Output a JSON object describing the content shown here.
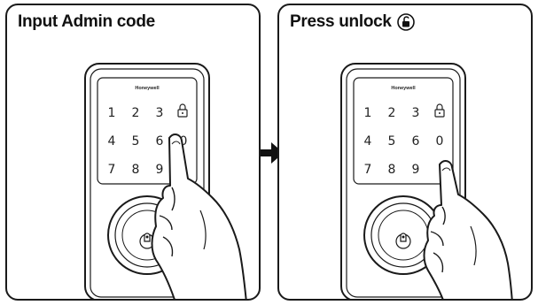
{
  "panels": [
    {
      "title": "Input Admin code",
      "brand": "Honeywell",
      "keys_row1": [
        "1",
        "2",
        "3"
      ],
      "keys_row2": [
        "4",
        "5",
        "6",
        "0"
      ],
      "keys_row3": [
        "7",
        "8",
        "9"
      ],
      "highlight_key": "6"
    },
    {
      "title": "Press unlock",
      "title_icon": "unlock-icon",
      "brand": "Honeywell",
      "keys_row1": [
        "1",
        "2",
        "3"
      ],
      "keys_row2": [
        "4",
        "5",
        "6",
        "0"
      ],
      "keys_row3": [
        "7",
        "8",
        "9"
      ],
      "highlight_key": "unlock"
    }
  ],
  "icons": {
    "keypad_lock": "lock-icon",
    "arrow": "right-arrow-icon",
    "hand": "pointing-hand-icon",
    "key": "key-icon"
  },
  "colors": {
    "line": "#1a1a1a",
    "background": "#ffffff"
  }
}
